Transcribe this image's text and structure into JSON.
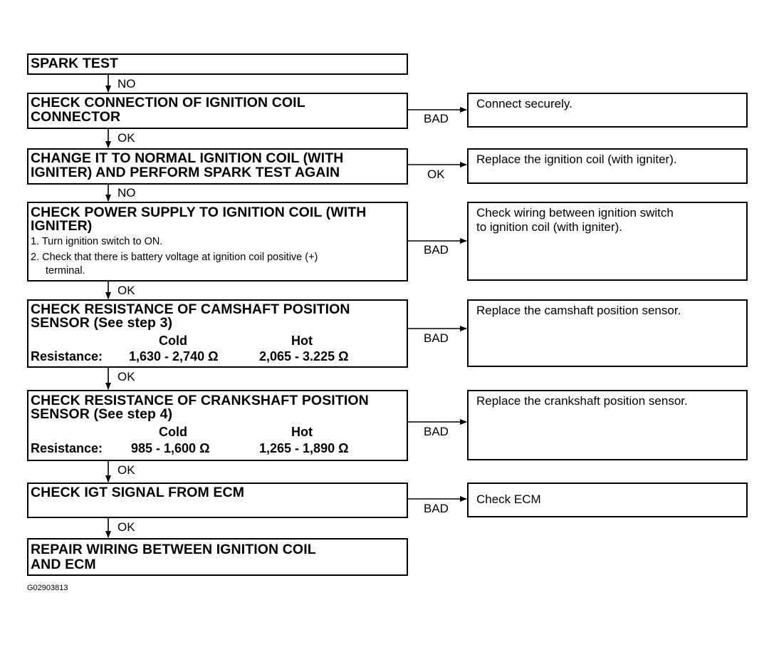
{
  "boxes": {
    "spark_test": [
      "SPARK TEST"
    ],
    "check_connection": [
      "CHECK CONNECTION OF IGNITION COIL",
      "CONNECTOR"
    ],
    "change_coil": [
      "CHANGE IT TO NORMAL IGNITION COIL (WITH",
      "IGNITER) AND PERFORM SPARK TEST AGAIN"
    ],
    "check_power": {
      "title": [
        "CHECK POWER SUPPLY TO IGNITION COIL (WITH",
        "IGNITER)"
      ],
      "steps": [
        "1. Turn ignition switch to ON.",
        "2. Check that there is battery voltage at ignition coil positive (+)",
        "terminal."
      ]
    },
    "check_cam": {
      "title": [
        "CHECK RESISTANCE OF CAMSHAFT POSITION",
        "SENSOR (See step 3)"
      ],
      "cold": "Cold",
      "hot": "Hot",
      "resistance_label": "Resistance:",
      "cold_value": "1,630  - 2,740 Ω",
      "hot_value": "2,065  -  3.225 Ω"
    },
    "check_crank": {
      "title": [
        "CHECK RESISTANCE OF CRANKSHAFT POSITION",
        "SENSOR (See step 4)"
      ],
      "cold": "Cold",
      "hot": "Hot",
      "resistance_label": "Resistance:",
      "cold_value": "985  - 1,600 Ω",
      "hot_value": "1,265  -  1,890 Ω"
    },
    "check_igt": [
      "CHECK IGT SIGNAL FROM ECM"
    ],
    "repair_wiring": [
      "REPAIR WIRING BETWEEN IGNITION COIL",
      "AND ECM"
    ]
  },
  "actions": {
    "connect": [
      "Connect securely."
    ],
    "replace_coil": [
      "Replace the ignition coil (with igniter)."
    ],
    "check_wiring": [
      "Check wiring between ignition switch",
      "to ignition coil (with igniter)."
    ],
    "replace_cam": [
      "Replace the camshaft position sensor."
    ],
    "replace_crank": [
      "Replace the crankshaft position sensor."
    ],
    "check_ecm": [
      "Check ECM"
    ]
  },
  "down_labels": [
    "NO",
    "OK",
    "NO",
    "OK",
    "OK",
    "OK",
    "OK"
  ],
  "side_labels": [
    "BAD",
    "OK",
    "BAD",
    "BAD",
    "BAD",
    "BAD"
  ],
  "figure_id": "G02903813"
}
